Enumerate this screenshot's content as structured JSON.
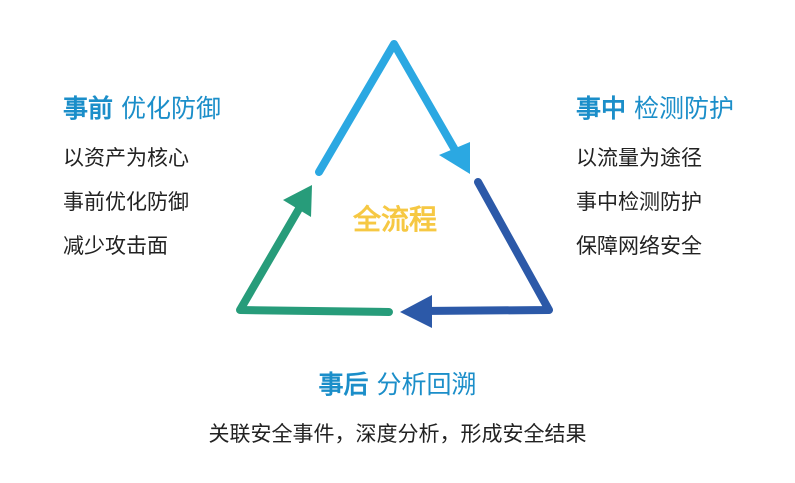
{
  "colors": {
    "light_blue": "#2ba8e2",
    "dark_blue": "#2c59a8",
    "green": "#279c7a",
    "yellow": "#f6c843",
    "heading": "#1b8ec9"
  },
  "center_label": "全流程",
  "before": {
    "title_bold": "事前",
    "title_rest": "优化防御",
    "lines": [
      "以资产为核心",
      "事前优化防御",
      "减少攻击面"
    ]
  },
  "during": {
    "title_bold": "事中",
    "title_rest": "检测防护",
    "lines": [
      "以流量为途径",
      "事中检测防护",
      "保障网络安全"
    ]
  },
  "after": {
    "title_bold": "事后",
    "title_rest": "分析回溯",
    "lines": [
      "关联安全事件，深度分析，形成安全结果"
    ]
  }
}
